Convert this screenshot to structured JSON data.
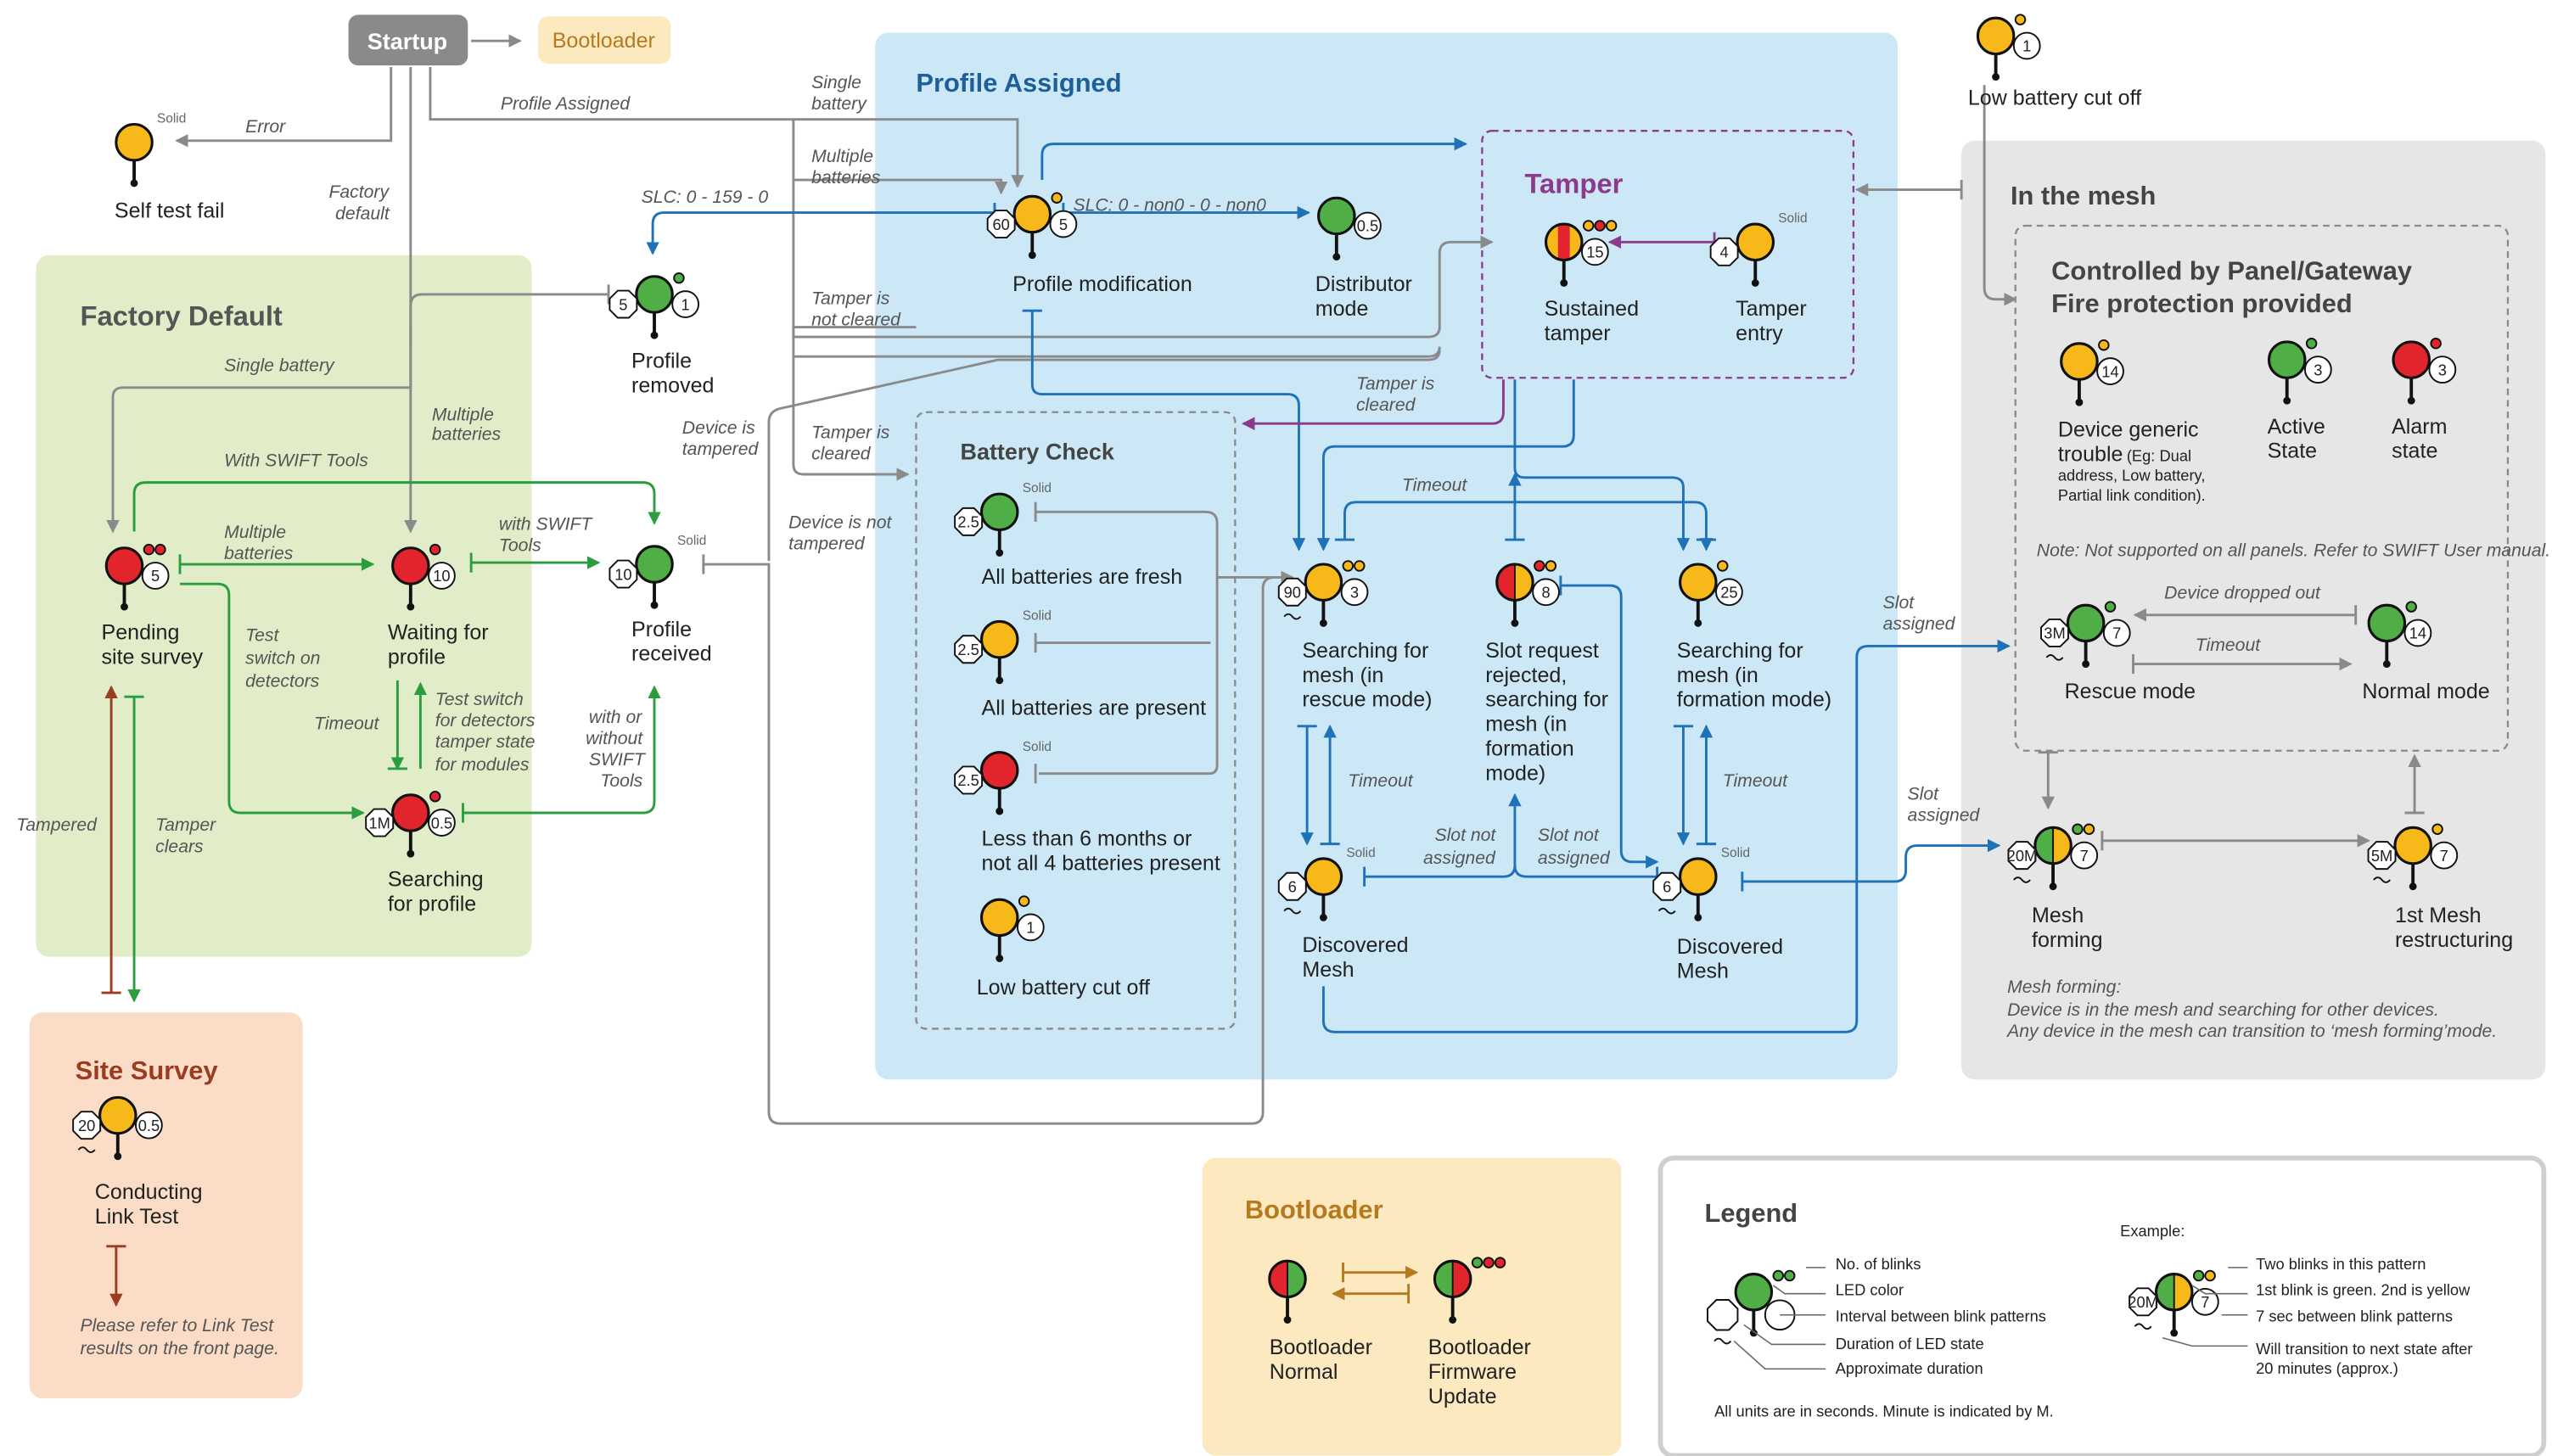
{
  "colors": {
    "green": "#4fae45",
    "red": "#e2252c",
    "yellow": "#f7b819",
    "flow_gray": "#8a8a8a",
    "flow_blue": "#1f72b8",
    "flow_green": "#2a9d3e",
    "flow_purple": "#8c3a8a",
    "flow_brown": "#9b3b20",
    "flow_orange": "#b57a1e"
  },
  "startup": {
    "label": "Startup",
    "bootloader": "Bootloader"
  },
  "self_test": {
    "name": "Self test fail",
    "solid": "Solid"
  },
  "factory_default": {
    "title": "Factory Default",
    "pending": {
      "name1": "Pending",
      "name2": "site survey",
      "blinks": "5"
    },
    "waiting": {
      "name1": "Waiting for",
      "name2": "profile",
      "blinks": "10"
    },
    "searching": {
      "name1": "Searching",
      "name2": "for profile",
      "duration": "1M",
      "blinks": "0.5"
    }
  },
  "profile_removed": {
    "name1": "Profile",
    "name2": "removed",
    "duration": "5",
    "blinks": "1"
  },
  "profile_received": {
    "name1": "Profile",
    "name2": "received",
    "duration": "10",
    "solid": "Solid"
  },
  "site_survey": {
    "title": "Site Survey",
    "name1": "Conducting",
    "name2": "Link Test",
    "duration": "20",
    "blinks": "0.5",
    "note1": "Please refer to Link Test",
    "note2": "results on the front page."
  },
  "profile_assigned": {
    "title": "Profile Assigned",
    "modification": {
      "name": "Profile modification",
      "duration": "60",
      "blinks": "5"
    },
    "distributor": {
      "name1": "Distributor",
      "name2": "mode",
      "blinks": "0.5"
    },
    "rescue": {
      "name1": "Searching for",
      "name2": "mesh (in",
      "name3": "rescue mode)",
      "duration": "90",
      "blinks": "3"
    },
    "slot_rejected": {
      "name1": "Slot request",
      "name2": "rejected,",
      "name3": "searching for",
      "name4": "mesh (in",
      "name5": "formation",
      "name6": "mode)",
      "blinks": "8"
    },
    "formation": {
      "name1": "Searching for",
      "name2": "mesh (in",
      "name3": "formation mode)",
      "blinks": "25"
    },
    "discovered1": {
      "name1": "Discovered",
      "name2": "Mesh",
      "duration": "6",
      "solid": "Solid"
    },
    "discovered2": {
      "name1": "Discovered",
      "name2": "Mesh",
      "duration": "6",
      "solid": "Solid"
    }
  },
  "tamper": {
    "title": "Tamper",
    "sustained": {
      "name1": "Sustained",
      "name2": "tamper",
      "blinks": "15"
    },
    "entry": {
      "name1": "Tamper",
      "name2": "entry",
      "duration": "4",
      "solid": "Solid"
    }
  },
  "battery_check": {
    "title": "Battery Check",
    "fresh": {
      "name": "All batteries are fresh",
      "duration": "2.5",
      "solid": "Solid"
    },
    "present": {
      "name": "All batteries are present",
      "duration": "2.5",
      "solid": "Solid"
    },
    "low": {
      "name1": "Less than 6 months or",
      "name2": "not all 4 batteries present",
      "duration": "2.5",
      "solid": "Solid"
    },
    "cutoff": {
      "name": "Low battery cut off",
      "blinks": "1"
    }
  },
  "low_battery_top": {
    "name": "Low battery cut off",
    "blinks": "1"
  },
  "in_mesh": {
    "title": "In the mesh",
    "panel_title1": "Controlled by Panel/Gateway",
    "panel_title2": "Fire protection provided",
    "generic": {
      "name1": "Device generic",
      "name2": "trouble",
      "name2b": "(Eg: Dual",
      "name3": "address, Low battery,",
      "name4": "Partial link condition).",
      "blinks": "14"
    },
    "active": {
      "name1": "Active",
      "name2": "State",
      "blinks": "3"
    },
    "alarm": {
      "name1": "Alarm",
      "name2": "state",
      "blinks": "3"
    },
    "note": "Note: Not supported on all panels. Refer to SWIFT User manual.",
    "rescue": {
      "name": "Rescue mode",
      "duration": "3M",
      "blinks": "7"
    },
    "normal": {
      "name": "Normal mode",
      "blinks": "14"
    },
    "forming": {
      "name1": "Mesh",
      "name2": "forming",
      "duration": "20M",
      "blinks": "7"
    },
    "restructuring": {
      "name1": "1st Mesh",
      "name2": "restructuring",
      "duration": "5M",
      "blinks": "7"
    },
    "mesh_note1": "Mesh forming:",
    "mesh_note2": "Device is in the mesh and searching for other devices.",
    "mesh_note3": "Any device in the mesh can transition to ‘mesh forming’mode."
  },
  "bootloader_box": {
    "title": "Bootloader",
    "normal": {
      "name1": "Bootloader",
      "name2": "Normal"
    },
    "update": {
      "name1": "Bootloader",
      "name2": "Firmware",
      "name3": "Update"
    }
  },
  "legend": {
    "title": "Legend",
    "items": [
      "No. of blinks",
      "LED color",
      "Interval between blink patterns",
      "Duration of LED state",
      "Approximate duration"
    ],
    "example": "Example:",
    "ex_items": [
      "Two blinks in this pattern",
      "1st blink is green. 2nd is yellow",
      "7 sec between blink patterns",
      "Will transition to next state after",
      "20 minutes (approx.)"
    ],
    "ex_duration": "20M",
    "ex_blinks": "7",
    "footer": "All units are in seconds. Minute is indicated by M."
  },
  "edges": {
    "error": "Error",
    "profile_assigned": "Profile Assigned",
    "single_battery_top": "Single",
    "single_battery_top2": "battery",
    "multiple_batteries_top": "Multiple",
    "multiple_batteries_top2": "batteries",
    "factory_default1": "Factory",
    "factory_default2": "default",
    "slc1": "SLC: 0 - 159 - 0",
    "slc2": "SLC: 0 - non0 - 0 - non0",
    "tamper_not_cleared1": "Tamper is",
    "tamper_not_cleared2": "not cleared",
    "tamper_cleared1": "Tamper is",
    "tamper_cleared2": "cleared",
    "tamper_cleared3": "Tamper is",
    "tamper_cleared4": "cleared",
    "device_tampered1": "Device is",
    "device_tampered2": "tampered",
    "device_not_tampered1": "Device is not",
    "device_not_tampered2": "tampered",
    "single_battery": "Single battery",
    "multiple_batteries_fd1": "Multiple",
    "multiple_batteries_fd2": "batteries",
    "with_swift_tools": "With SWIFT Tools",
    "multiple_batteries_p1": "Multiple",
    "multiple_batteries_p2": "batteries",
    "with_swift1": "with SWIFT",
    "with_swift2": "Tools",
    "test_switch1": "Test",
    "test_switch2": "switch on",
    "test_switch3": "detectors",
    "timeout_fd": "Timeout",
    "test_switch_mod1": "Test switch",
    "test_switch_mod2": "for detectors",
    "test_switch_mod3": "tamper state",
    "test_switch_mod4": "for modules",
    "with_or_without1": "with or",
    "with_or_without2": "without",
    "with_or_without3": "SWIFT",
    "with_or_without4": "Tools",
    "tampered": "Tampered",
    "tamper_clears1": "Tamper",
    "tamper_clears2": "clears",
    "timeout_top": "Timeout",
    "timeout_left": "Timeout",
    "timeout_right": "Timeout",
    "slot_not_assigned1": "Slot not",
    "slot_not_assigned2": "assigned",
    "slot_not_assigned3": "Slot not",
    "slot_not_assigned4": "assigned",
    "slot_assigned1": "Slot",
    "slot_assigned2": "assigned",
    "slot_assigned3": "Slot",
    "slot_assigned4": "assigned",
    "device_dropped": "Device dropped out",
    "timeout_mesh": "Timeout"
  }
}
